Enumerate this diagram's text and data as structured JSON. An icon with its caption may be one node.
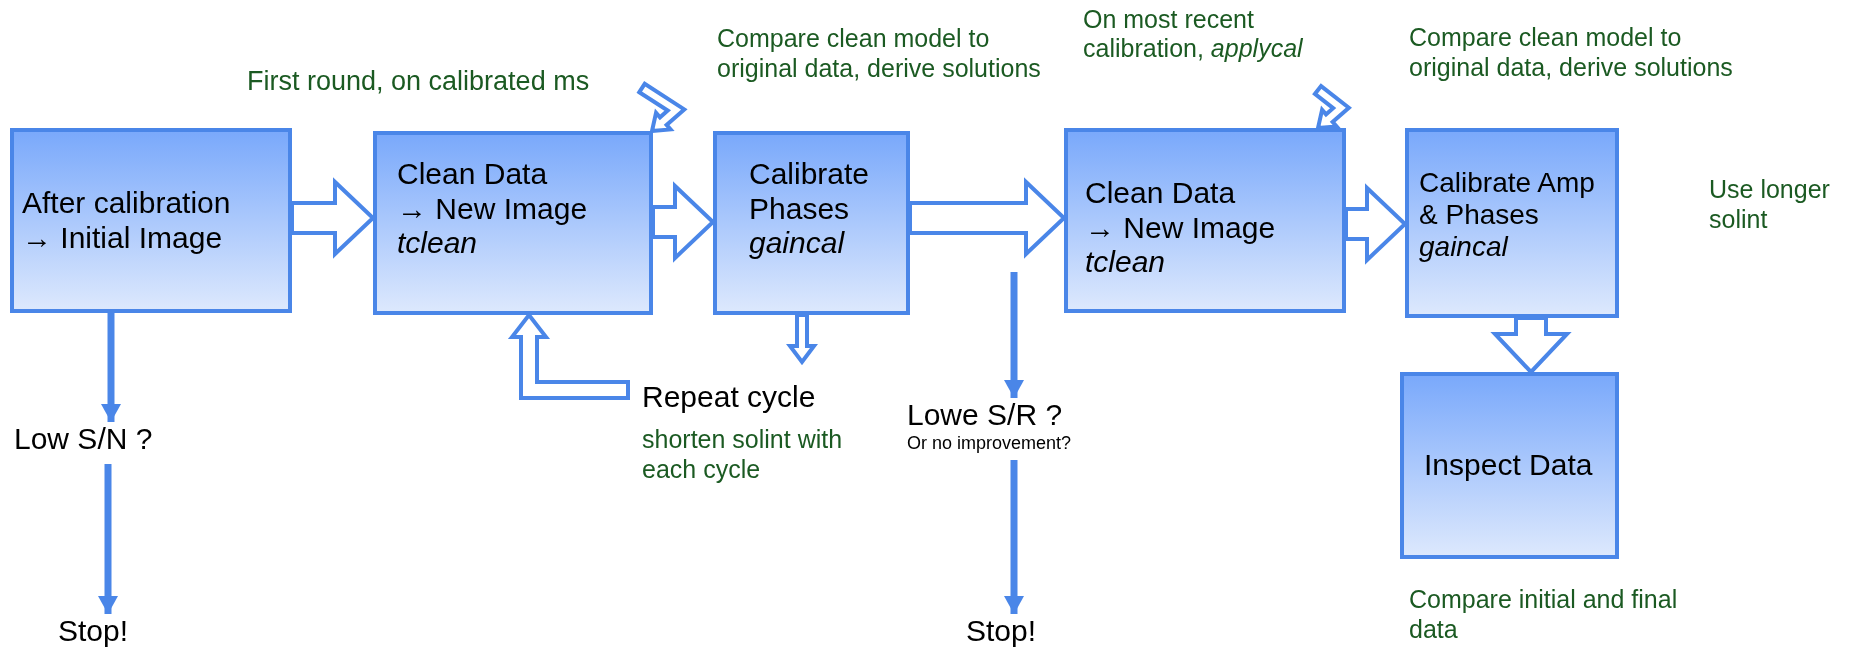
{
  "diagram": {
    "nodes": [
      {
        "text": [
          "After calibration",
          "→ Initial Image"
        ]
      },
      {
        "text": [
          "Clean Data",
          "→ New Image",
          "tclean"
        ]
      },
      {
        "text": [
          "Calibrate Phases",
          "gaincal"
        ],
        "beside": [
          "Compare clean model to original data, derive solutions"
        ]
      },
      {
        "text": [
          "Clean Data",
          "→ New Image",
          "tclean"
        ]
      },
      {
        "text": [
          "Calibrate Amp & Phases",
          "gaincal"
        ],
        "beside": [
          "Compare clean model to original data, derive solutions",
          "Use longer solint"
        ]
      },
      {
        "text": [
          "Inspect Data"
        ],
        "beside": [
          "Compare initial and final data"
        ]
      },
      {
        "text": [
          "Low S/N ?"
        ]
      },
      {
        "text": [
          "Stop!"
        ]
      },
      {
        "text": [
          "Repeat cycle"
        ],
        "beside": [
          "shorten solint with each cycle"
        ]
      },
      {
        "text": [
          "Lowe S/R ?",
          "Or no improvement?"
        ]
      },
      {
        "text": [
          "Stop!"
        ]
      },
      {
        "text": [
          "First round, on calibrated ms"
        ]
      },
      {
        "text": [
          "On most recent calibration, *applycal*"
        ]
      }
    ],
    "edges": [
      {
        "from": 0,
        "to": 1,
        "arrow": "to",
        "style": "thick"
      },
      {
        "from": 1,
        "to": 2,
        "arrow": "to",
        "style": "thick"
      },
      {
        "from": 2,
        "to": 3,
        "arrow": "to",
        "style": "thick"
      },
      {
        "from": 3,
        "to": 4,
        "arrow": "to",
        "style": "thick"
      },
      {
        "from": 4,
        "to": 5,
        "arrow": "to",
        "style": "thick"
      },
      {
        "from": 0,
        "to": 6,
        "arrow": "to"
      },
      {
        "from": 6,
        "to": 7,
        "arrow": "to"
      },
      {
        "from": 2,
        "to": 8,
        "arrow": "to",
        "style": "thick"
      },
      {
        "from": 8,
        "to": 1,
        "arrow": "to",
        "style": "thick"
      },
      {
        "from": null,
        "to": 9,
        "arrow": "to"
      },
      {
        "from": 9,
        "to": 10,
        "arrow": "to"
      },
      {
        "from": 11,
        "to": 1,
        "arrow": "to",
        "style": "thick"
      },
      {
        "from": 12,
        "to": 3,
        "arrow": "to",
        "style": "thick"
      }
    ]
  }
}
